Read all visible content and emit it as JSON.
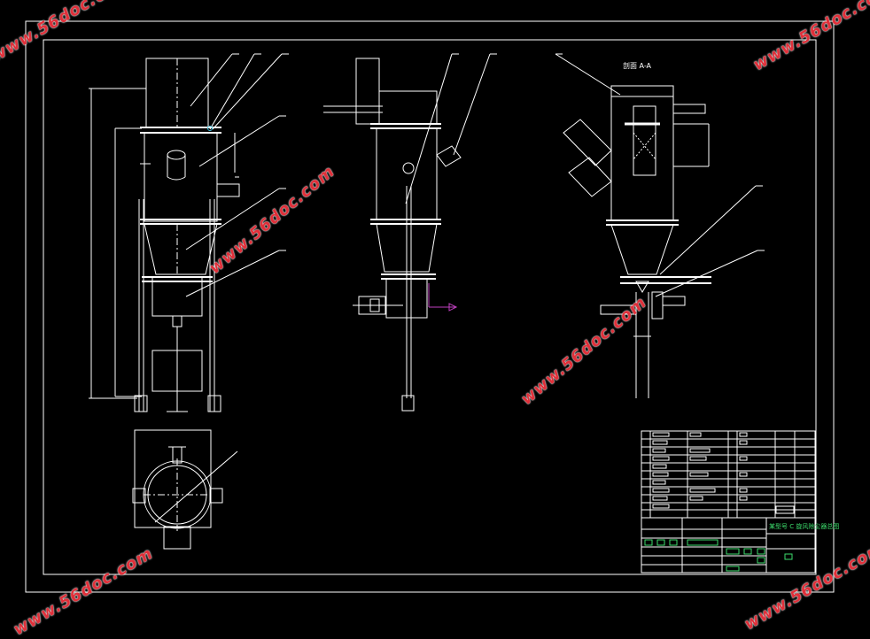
{
  "drawing": {
    "section_label": "剖面 A-A",
    "title_block_text": "某型号 C 旋风除尘器总图",
    "watermark": "www.56doc.com"
  },
  "colors": {
    "background": "#000000",
    "line": "#ffffff",
    "watermark": "#e0303a",
    "axis_magenta": "#c040c0",
    "highlight_cyan": "#40c0e0"
  }
}
